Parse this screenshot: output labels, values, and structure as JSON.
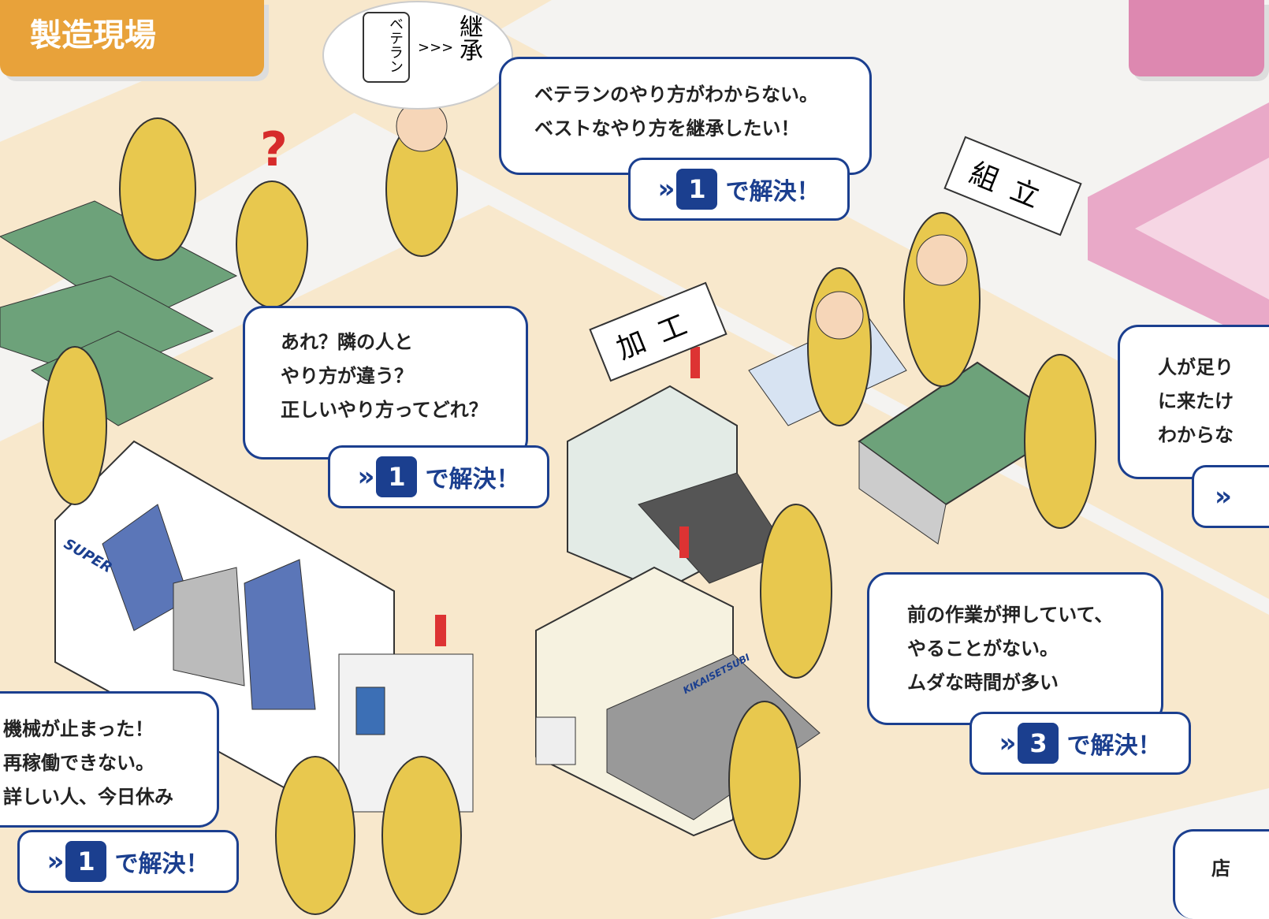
{
  "section_tag": {
    "title": "製造現場",
    "color": "#e8a23a"
  },
  "side_tag": {
    "color": "#dd88b0"
  },
  "thought": {
    "word1": "ベテラン",
    "arrow": ">>>",
    "word2": "継承"
  },
  "signs": {
    "processing": "加工",
    "assembly": "組立"
  },
  "machine_labels": {
    "left": "SUPER",
    "center": "KIKAISETSUBI"
  },
  "bubbles": [
    {
      "lines": [
        "ベテランのやり方がわからない。",
        "ベストなやり方を継承したい！"
      ],
      "solution": {
        "prefix": "»",
        "number": "1",
        "suffix": "で解決！"
      }
    },
    {
      "lines": [
        "あれ？隣の人と",
        "やり方が違う？",
        "正しいやり方ってどれ？"
      ],
      "solution": {
        "prefix": "»",
        "number": "1",
        "suffix": "で解決！"
      }
    },
    {
      "lines": [
        "前の作業が押していて、",
        "やることがない。",
        "ムダな時間が多い"
      ],
      "solution": {
        "prefix": "»",
        "number": "3",
        "suffix": "で解決！"
      }
    },
    {
      "lines": [
        "機械が止まった！",
        "再稼働できない。",
        "詳しい人、今日休み"
      ],
      "solution": {
        "prefix": "»",
        "number": "1",
        "suffix": "で解決！"
      }
    },
    {
      "lines": [
        "人が足り",
        "に来たけ",
        "わからな"
      ],
      "solution": {
        "prefix": "»"
      }
    },
    {
      "lines": [
        "店"
      ]
    }
  ],
  "colors": {
    "accent": "#1b3f8f",
    "floor": "#f8e8cc",
    "uniform": "#e8c84e",
    "question": "#d62b2b"
  }
}
